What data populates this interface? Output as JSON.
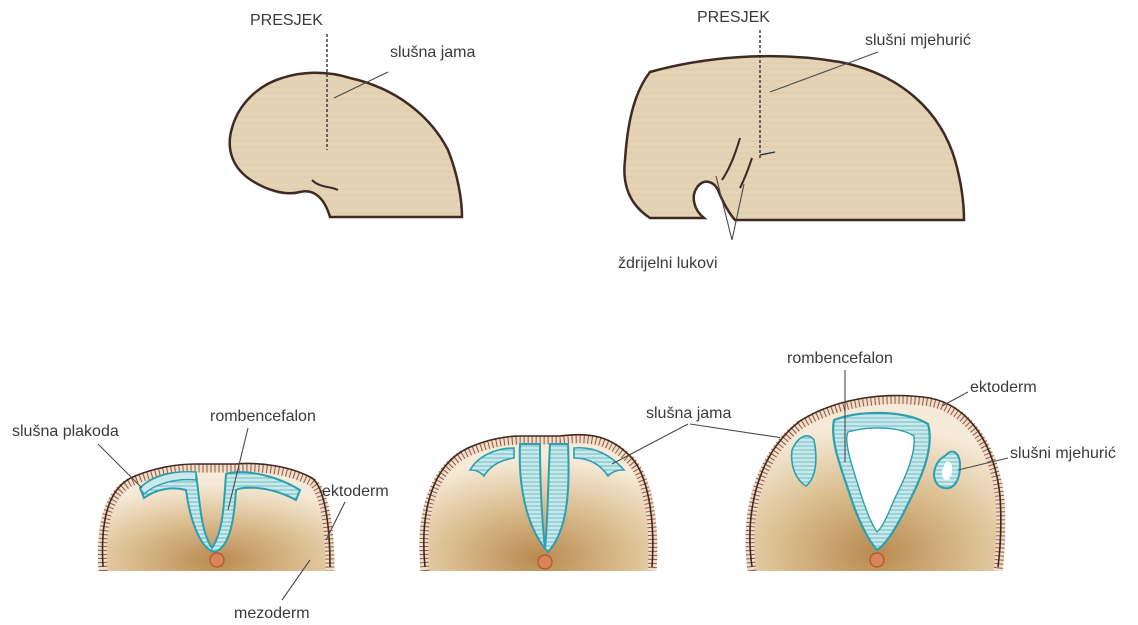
{
  "colors": {
    "embryo_fill": "#e4d3b5",
    "embryo_outline": "#3e2a22",
    "ectoderm_fill": "#f3dcc8",
    "ectoderm_stripe": "#8a5a48",
    "neural_fill": "#cbe8ea",
    "neural_outline": "#2e9fae",
    "mesoderm_light": "#f6ead8",
    "mesoderm_dark": "#b98a50",
    "notochord": "#d9855a"
  },
  "top_left": {
    "section_label": "PRESJEK",
    "pit_label": "slušna jama"
  },
  "top_right": {
    "section_label": "PRESJEK",
    "vesicle_label": "slušni mjehurić",
    "arches_label": "ždrijelni lukovi"
  },
  "bottom_left": {
    "placode_label": "slušna plakoda",
    "rhombencephalon_label": "rombencefalon",
    "ectoderm_label": "ektoderm",
    "mesoderm_label": "mezoderm"
  },
  "bottom_middle": {
    "pit_label": "slušna jama"
  },
  "bottom_right": {
    "rhombencephalon_label": "rombencefalon",
    "ectoderm_label": "ektoderm",
    "vesicle_label": "slušni mjehurić"
  }
}
